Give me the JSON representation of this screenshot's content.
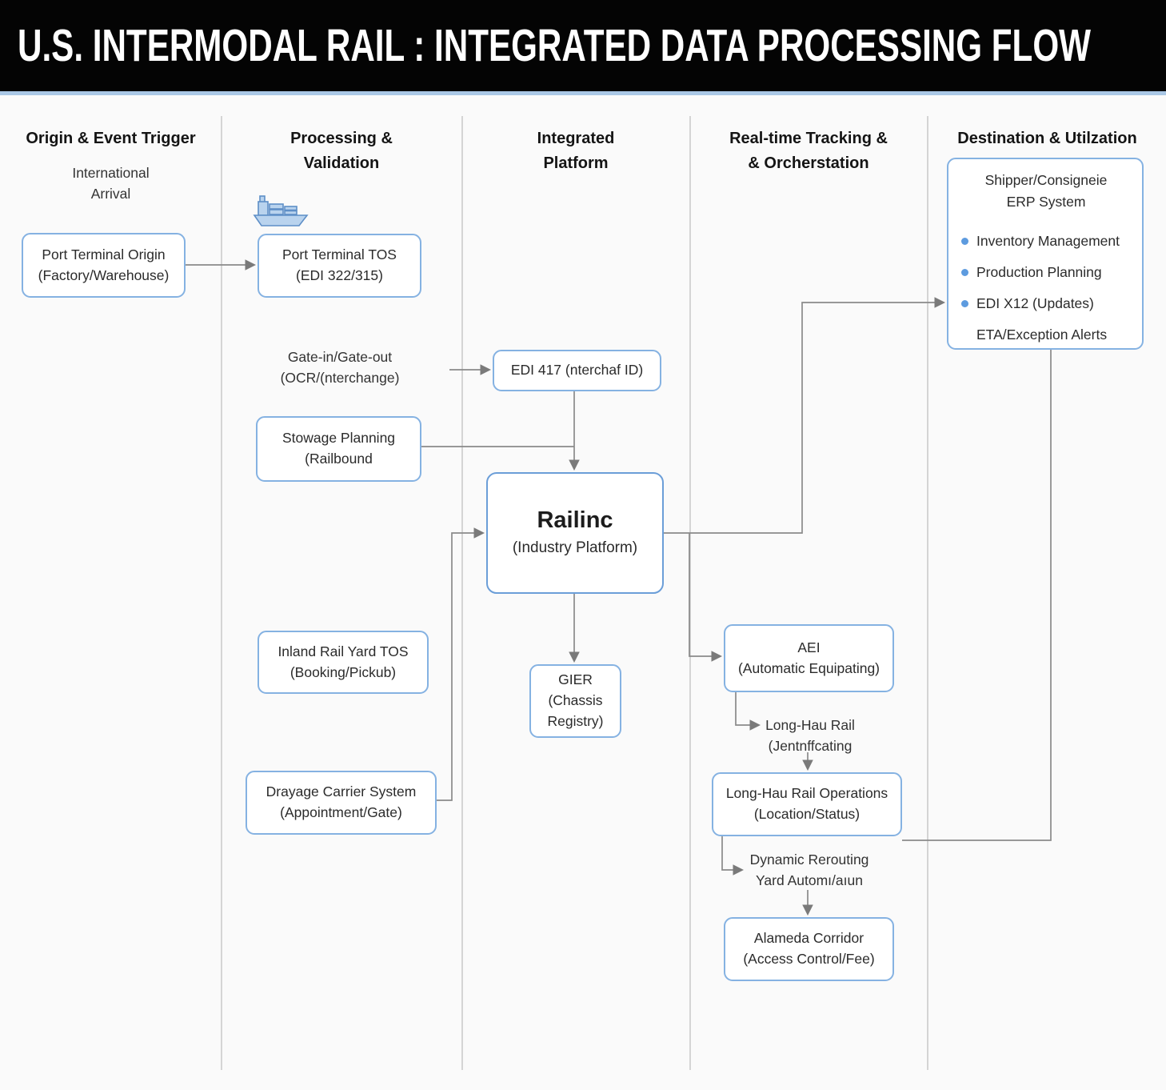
{
  "title": "U.S. INTERMODAL RAIL : INTEGRATED DATA PROCESSING FLOW",
  "columns": [
    {
      "label": "Origin & Event Trigger"
    },
    {
      "label": "Processing &\nValidation"
    },
    {
      "label": "Integrated\nPlatform"
    },
    {
      "label": "Real-time Tracking &\n& Orcherstation"
    },
    {
      "label": "Destination & Utilzation"
    }
  ],
  "labels": {
    "international_arrival": "International\nArrival",
    "gate_in_out": "Gate-in/Gate-out\n(OCR/(nterchange)",
    "long_hau_rail": "Long-Hau Rail\n(Jentnffcating",
    "dynamic_rerouting": "Dynamic Rerouting\nYard Automı/aıun"
  },
  "nodes": {
    "port_origin": "Port Terminal Origin\n(Factory/Warehouse)",
    "port_tos": "Port Terminal TOS\n(EDI 322/315)",
    "edi417": "EDI 417 (nterchaf ID)",
    "stowage": "Stowage Planning\n(Railbound",
    "railinc_title": "Railinc",
    "railinc_sub": "(Industry Platform)",
    "inland": "Inland Rail Yard TOS\n(Booking/Pickub)",
    "gier": "GIER\n(Chassis\nRegistry)",
    "drayage": "Drayage Carrier System\n(Appointment/Gate)",
    "aei": "AEI\n(Automatic Equipating)",
    "longhau_ops": "Long-Hau Rail Operations\n(Location/Status)",
    "alameda": "Alameda Corridor\n(Access Control/Fee)",
    "erp_title": "Shipper/Consigneie\nERP System",
    "erp_bullets": [
      "Inventory Management",
      "Production Planning",
      "EDI X12 (Updates)"
    ],
    "erp_footer": "ETA/Exception Alerts"
  },
  "icons": {
    "ship": "cargo-ship-icon"
  },
  "colors": {
    "box_border": "#85b2e2",
    "railinc_border": "#6b9ed8",
    "connector": "#8a8a8a",
    "separator": "#bcbcbc",
    "bullet": "#5d9bdf",
    "header_bg": "#040404",
    "header_underline": "#a9c7e5"
  }
}
